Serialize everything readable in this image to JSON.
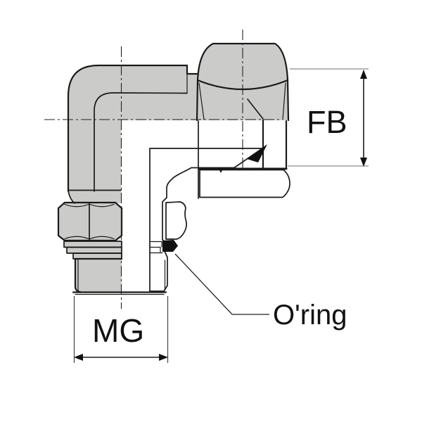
{
  "labels": {
    "fb": "FB",
    "mg": "MG",
    "oring": "O'ring"
  },
  "colors": {
    "body_fill": "#cbcbc9",
    "outline": "#1a1a1a",
    "background": "#ffffff",
    "extension_line": "#8a8a8a",
    "ink": "#111111"
  }
}
